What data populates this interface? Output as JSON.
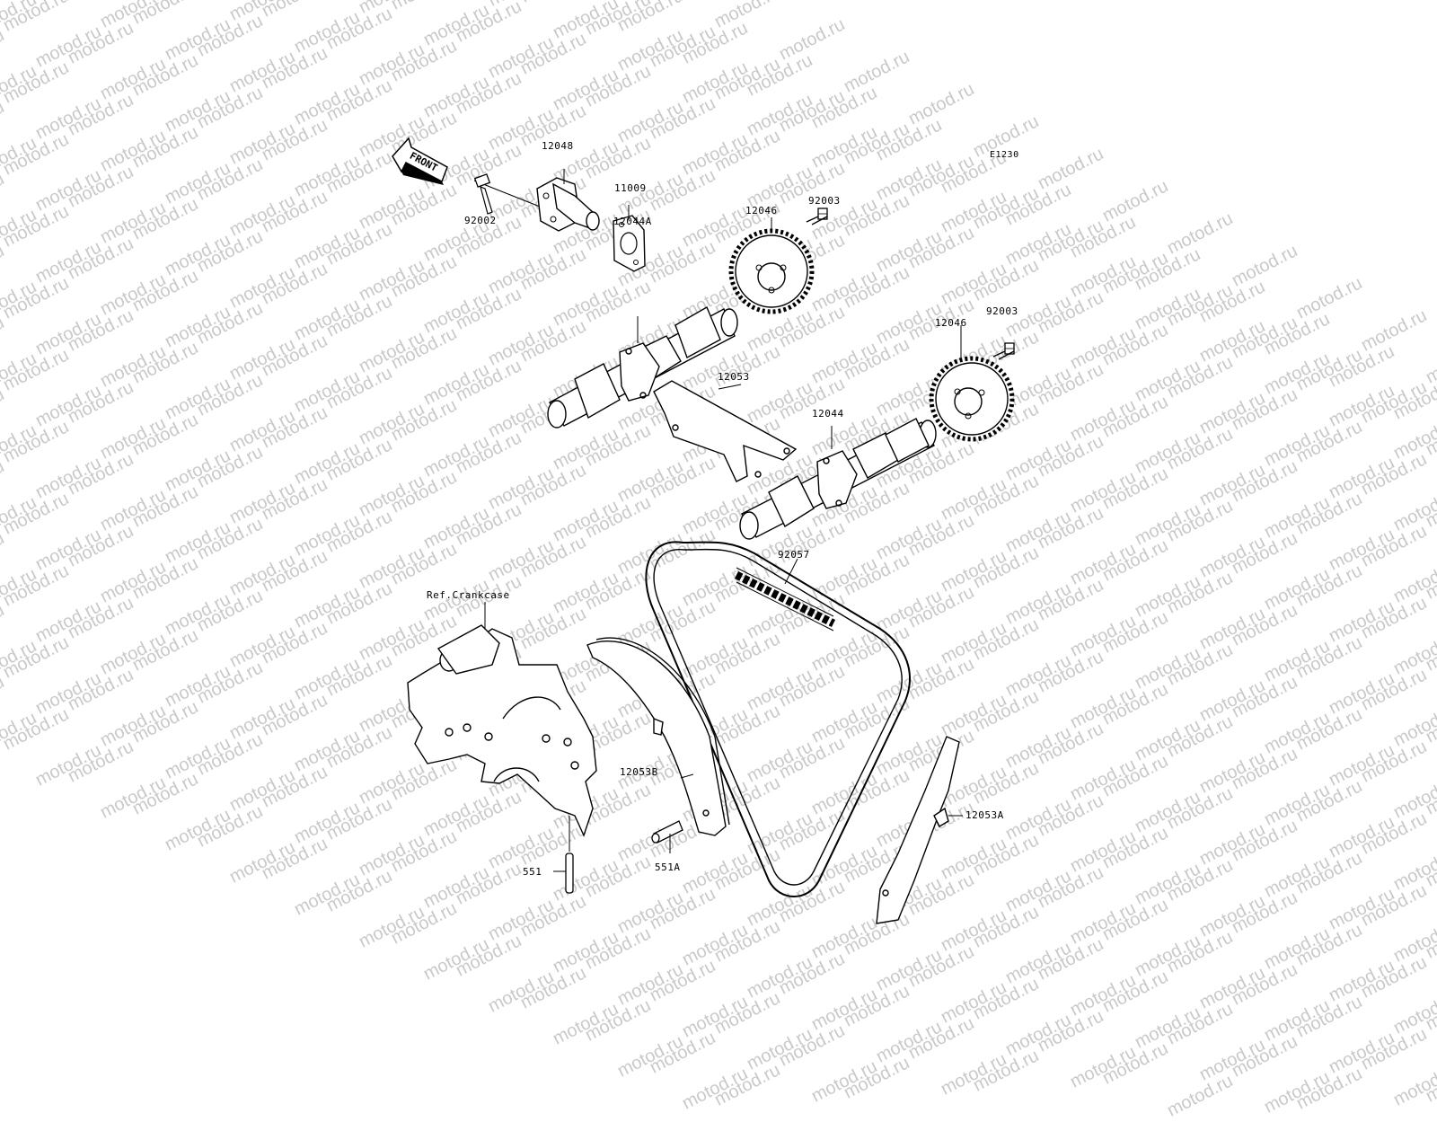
{
  "diagram": {
    "code": "E1230",
    "watermark": "motod.ru",
    "front_arrow_text": "FRONT",
    "reference": "Ref.Crankcase",
    "parts": {
      "p12048": "12048",
      "p92002": "92002",
      "p11009": "11009",
      "p12046a": "12046",
      "p92003a": "92003",
      "p12044A": "12044A",
      "p12053": "12053",
      "p92003b": "92003",
      "p12046b": "12046",
      "p12044": "12044",
      "p92057": "92057",
      "p12053B": "12053B",
      "p12053A": "12053A",
      "p551": "551",
      "p551A": "551A"
    }
  }
}
